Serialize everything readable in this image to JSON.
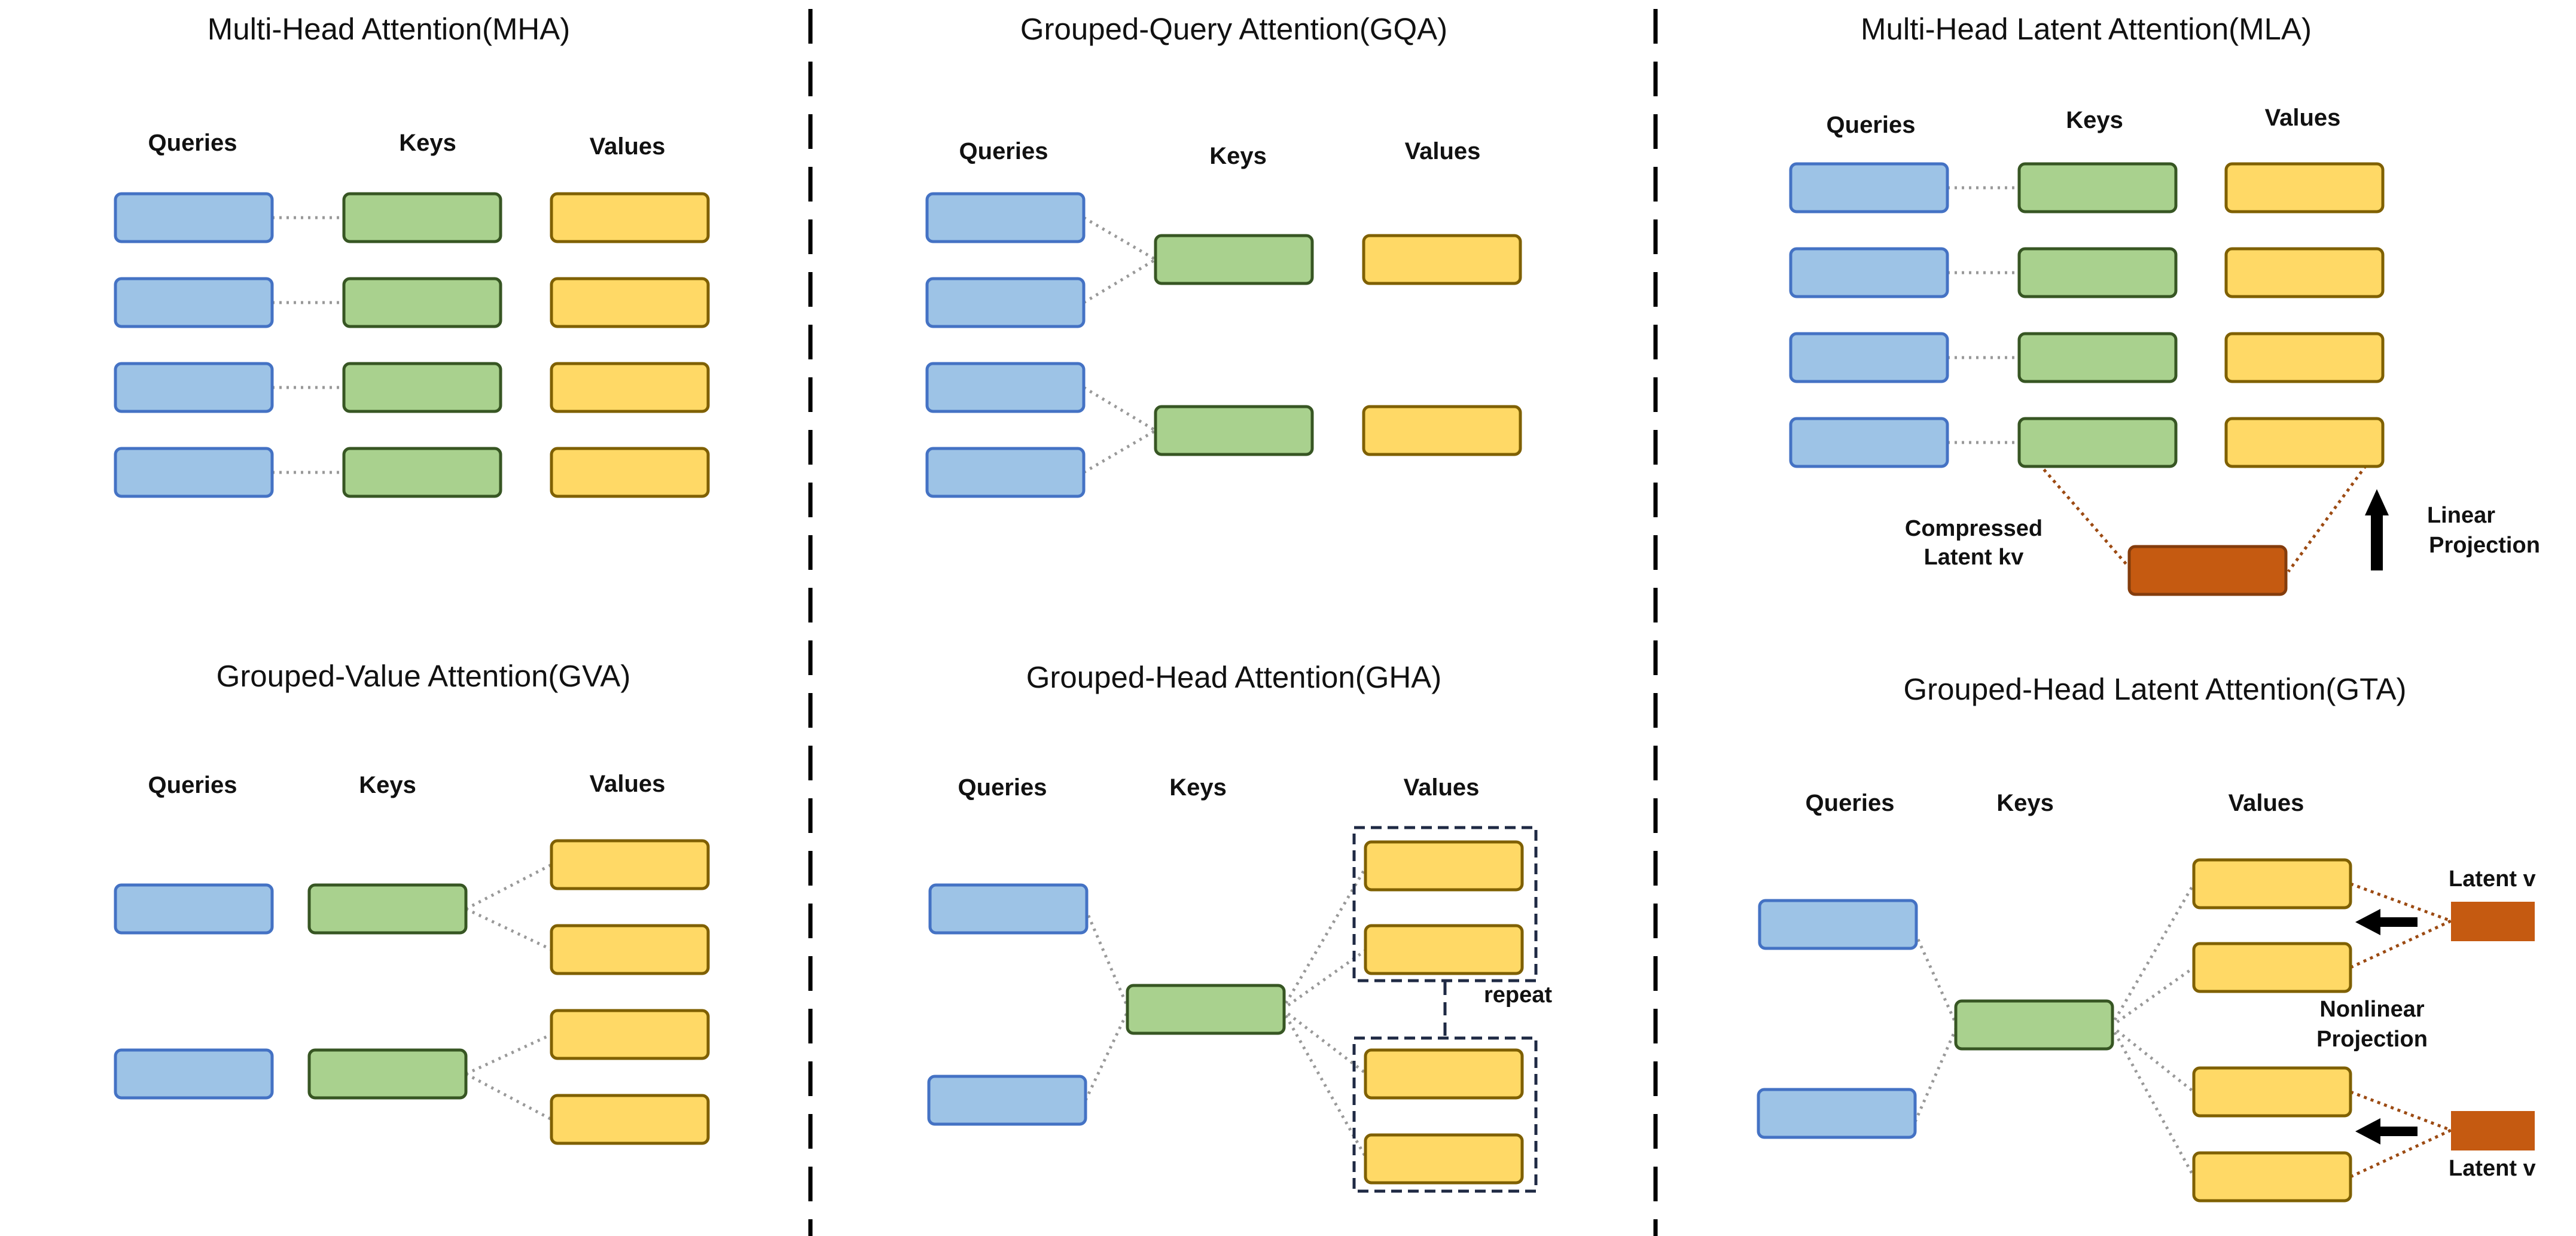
{
  "colors": {
    "query_fill": "#9DC3E6",
    "query_stroke": "#4472C4",
    "key_fill": "#A9D18E",
    "key_stroke": "#375623",
    "value_fill": "#FFD966",
    "value_stroke": "#7F6000",
    "latent_fill": "#C55A11",
    "latent_stroke": "#843C0C",
    "dotted_line": "#999999",
    "latent_line": "#9C4A12",
    "divider": "#000000",
    "dashed_box": "#1F2A44"
  },
  "headers": {
    "queries": "Queries",
    "keys": "Keys",
    "values": "Values"
  },
  "panels": {
    "mha": {
      "title": "Multi-Head Attention(MHA)"
    },
    "gqa": {
      "title": "Grouped-Query Attention(GQA)"
    },
    "mla": {
      "title": "Multi-Head Latent Attention(MLA)",
      "compressed_line1": "Compressed",
      "compressed_line2": "Latent kv",
      "projection_line1": "Linear",
      "projection_line2": "Projection"
    },
    "gva": {
      "title": "Grouped-Value Attention(GVA)"
    },
    "gha": {
      "title": "Grouped-Head Attention(GHA)",
      "repeat_label": "repeat"
    },
    "gta": {
      "title": "Grouped-Head Latent Attention(GTA)",
      "latent_v_top": "Latent v",
      "latent_v_bottom": "Latent v",
      "projection_line1": "Nonlinear",
      "projection_line2": "Projection"
    }
  },
  "icons": {
    "projection_arrow": "up-arrow-icon",
    "nonlinear_arrow": "left-arrow-icon"
  }
}
